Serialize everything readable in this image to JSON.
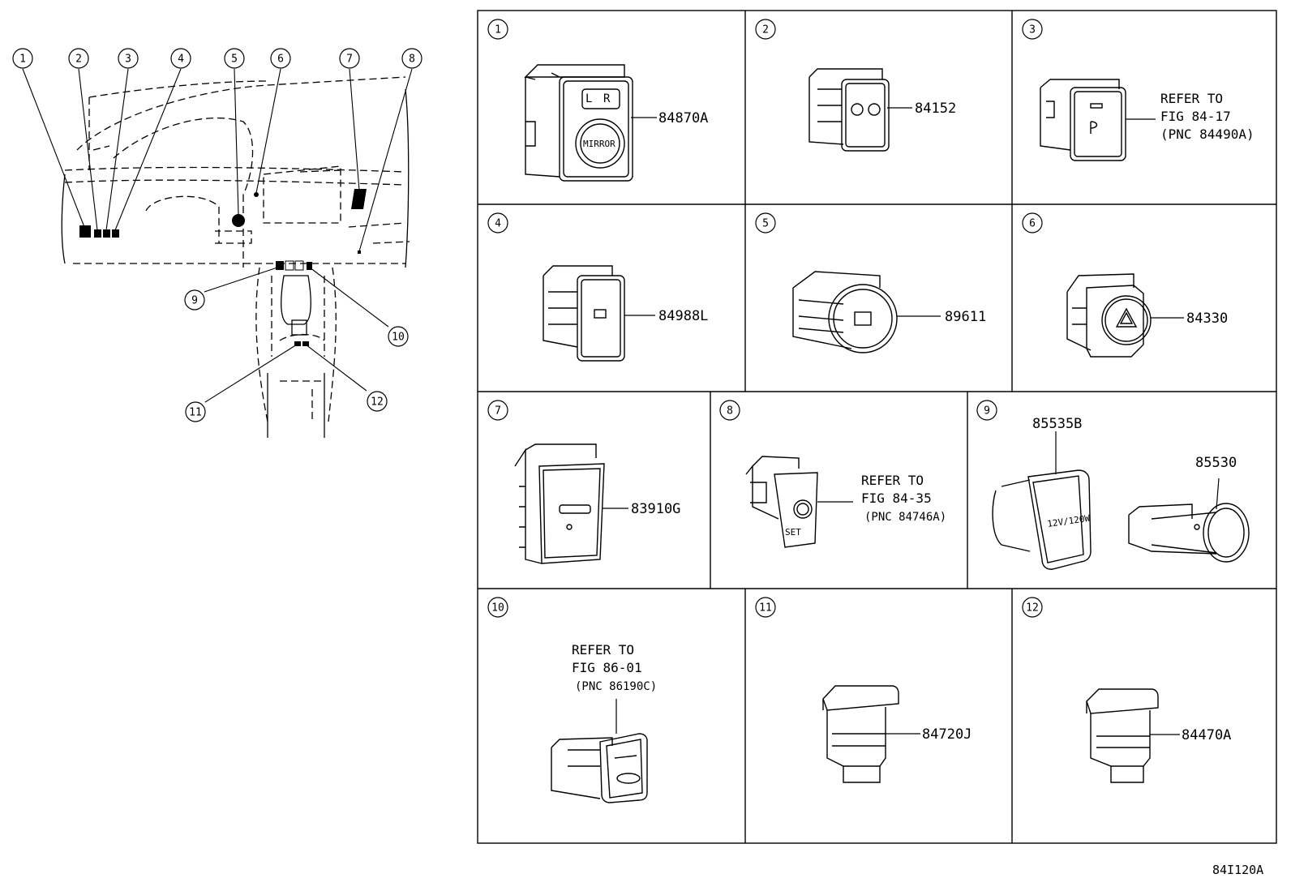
{
  "overview": {
    "callouts": [
      "1",
      "2",
      "3",
      "4",
      "5",
      "6",
      "7",
      "8",
      "9",
      "10",
      "11",
      "12"
    ]
  },
  "cells": [
    {
      "num": "1",
      "parts": [
        "84870A"
      ],
      "switch_text": [
        "MIRROR",
        "L",
        "R"
      ]
    },
    {
      "num": "2",
      "parts": [
        "84152"
      ]
    },
    {
      "num": "3",
      "refer": [
        "REFER TO",
        "FIG 84-17",
        "(PNC 84490A)"
      ]
    },
    {
      "num": "4",
      "parts": [
        "84988L"
      ]
    },
    {
      "num": "5",
      "parts": [
        "89611"
      ]
    },
    {
      "num": "6",
      "parts": [
        "84330"
      ]
    },
    {
      "num": "7",
      "parts": [
        "83910G"
      ]
    },
    {
      "num": "8",
      "refer": [
        "REFER TO",
        "FIG 84-35",
        "(PNC 84746A)"
      ],
      "switch_text": [
        "SET"
      ]
    },
    {
      "num": "9",
      "parts": [
        "85535B",
        "85530"
      ],
      "switch_text": [
        "12V/120W"
      ]
    },
    {
      "num": "10",
      "refer": [
        "REFER TO",
        "FIG 86-01",
        "(PNC 86190C)"
      ]
    },
    {
      "num": "11",
      "parts": [
        "84720J"
      ]
    },
    {
      "num": "12",
      "parts": [
        "84470A"
      ]
    }
  ],
  "footer": {
    "figure_id": "84I120A"
  }
}
